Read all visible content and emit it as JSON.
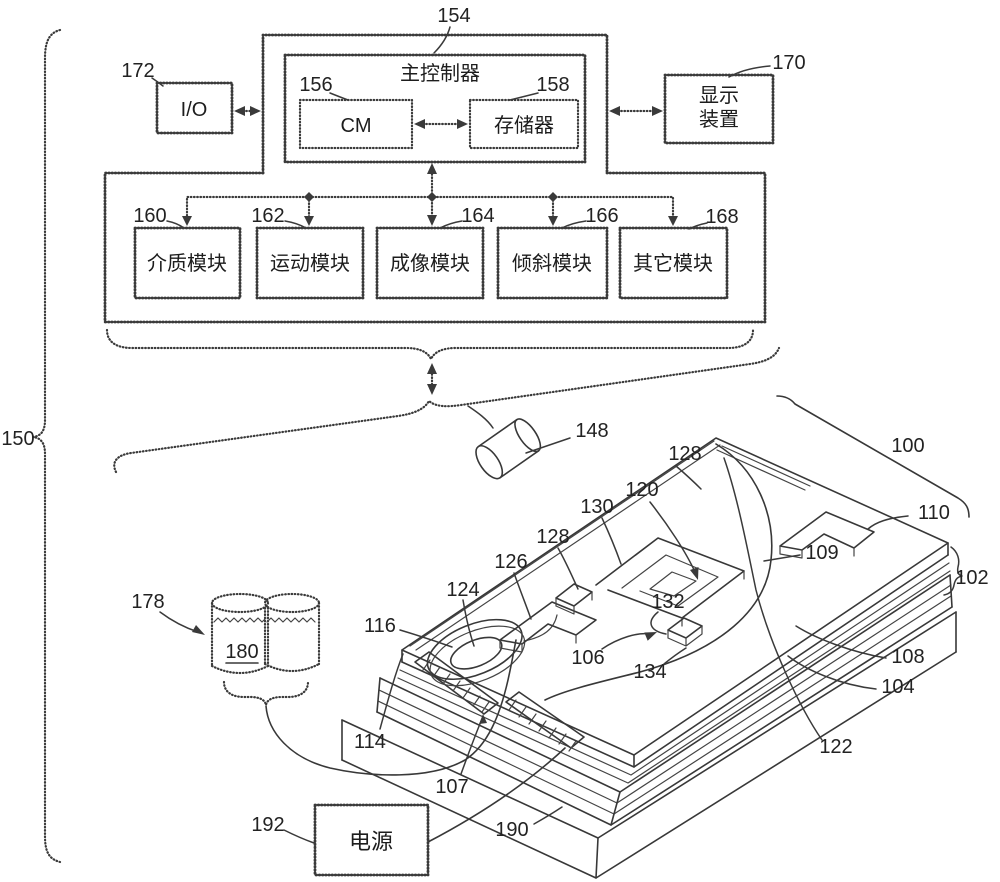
{
  "figure": {
    "boxes": {
      "controller_title": "主控制器",
      "cm": "CM",
      "memory": "存储器",
      "io": "I/O",
      "display_line1": "显示",
      "display_line2": "装置",
      "power": "电源",
      "modules": [
        "介质模块",
        "运动模块",
        "成像模块",
        "倾斜模块",
        "其它模块"
      ]
    },
    "refs": {
      "100": "100",
      "102": "102",
      "104": "104",
      "106": "106",
      "107": "107",
      "108": "108",
      "109": "109",
      "110": "110",
      "114": "114",
      "116": "116",
      "120": "120",
      "122": "122",
      "124": "124",
      "126": "126",
      "128a": "128",
      "128b": "128",
      "130": "130",
      "132": "132",
      "134": "134",
      "148": "148",
      "150": "150",
      "154": "154",
      "156": "156",
      "158": "158",
      "160": "160",
      "162": "162",
      "164": "164",
      "166": "166",
      "168": "168",
      "170": "170",
      "172": "172",
      "178": "178",
      "180": "180",
      "190": "190",
      "192": "192"
    }
  }
}
